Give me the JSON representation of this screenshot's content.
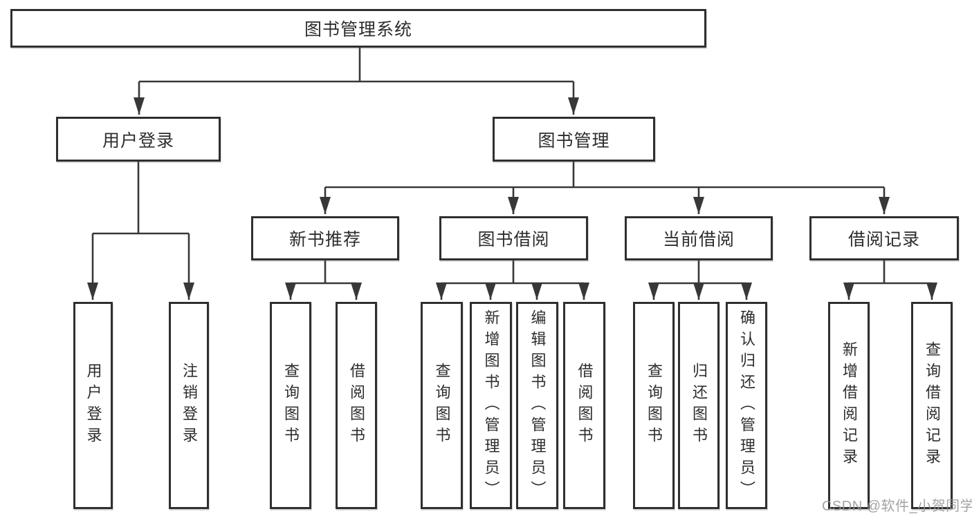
{
  "diagram": {
    "root": {
      "label": "图书管理系统",
      "children": [
        {
          "label": "用户登录",
          "children": [
            {
              "label": "用户登录"
            },
            {
              "label": "注销登录"
            }
          ]
        },
        {
          "label": "图书管理",
          "children": [
            {
              "label": "新书推荐",
              "children": [
                {
                  "label": "查询图书"
                },
                {
                  "label": "借阅图书"
                }
              ]
            },
            {
              "label": "图书借阅",
              "children": [
                {
                  "label": "查询图书"
                },
                {
                  "label": "新增图书（管理员）"
                },
                {
                  "label": "编辑图书（管理员）"
                },
                {
                  "label": "借阅图书"
                }
              ]
            },
            {
              "label": "当前借阅",
              "children": [
                {
                  "label": "查询图书"
                },
                {
                  "label": "归还图书"
                },
                {
                  "label": "确认归还（管理员）"
                }
              ]
            },
            {
              "label": "借阅记录",
              "children": [
                {
                  "label": "新增借阅记录"
                },
                {
                  "label": "查询借阅记录"
                }
              ]
            }
          ]
        }
      ]
    }
  },
  "watermark": {
    "text": "CSDN @软件_小贺同学"
  },
  "colors": {
    "background": "#ffffff",
    "line": "#383838",
    "box_border": "#2f2f2f",
    "text": "#2d2d2d",
    "watermark": "#969696"
  }
}
